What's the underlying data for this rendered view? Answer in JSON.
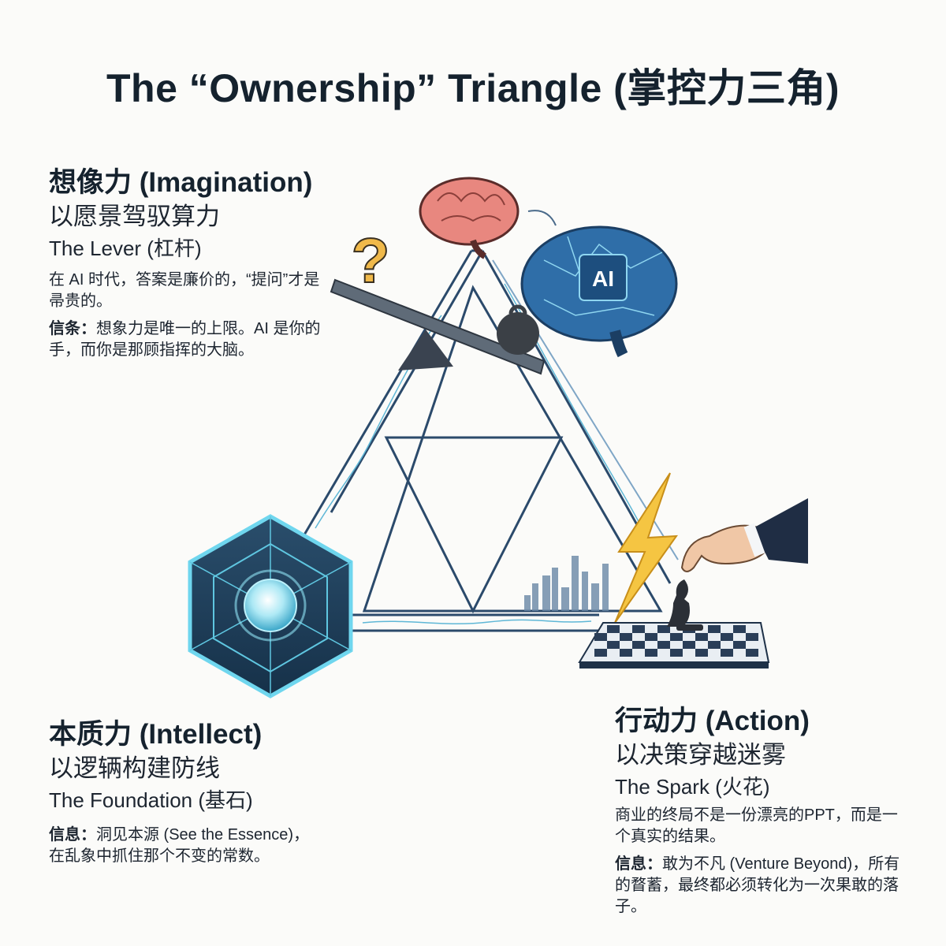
{
  "title": "The “Ownership” Triangle (掌控力三角)",
  "imagination": {
    "heading": "想像力 (Imagination)",
    "subtitle": "以愿景驾驭算力",
    "metaphor": "The Lever (杠杆)",
    "body": "在 AI 时代，答案是廉价的，“提问”才是帚贵的。",
    "creed_label": "信条：",
    "creed": "想象力是唯一的上限。AI 是你的手，而你是那顾指挥的大脑。"
  },
  "intellect": {
    "heading": "本质力 (Intellect)",
    "subtitle": "以逻辆构建防线",
    "metaphor": "The Foundation (基石)",
    "msg_label": "信息：",
    "msg": "洞见本源 (See the Essence)，在乱象中抓住那个不变的常数。"
  },
  "action": {
    "heading": "行动力 (Action)",
    "subtitle": "以决策穿越迷雾",
    "metaphor": "The Spark (火花)",
    "body": "商业的终局不是一份漂亮的PPT，而是一个真实的结果。",
    "msg_label": "信息：",
    "msg": "敢为不凡 (Venture Beyond)，所有的瞀蓄，最终都必须转化为一次果敢的落子。"
  },
  "illustration": {
    "ai_chip_label": "AI",
    "question_mark": "?",
    "colors": {
      "navy": "#1f3a5a",
      "cyan": "#5fd0e8",
      "brain_pink": "#e8877f",
      "brain_blue": "#2f6ea8",
      "gold": "#f5c542"
    }
  }
}
